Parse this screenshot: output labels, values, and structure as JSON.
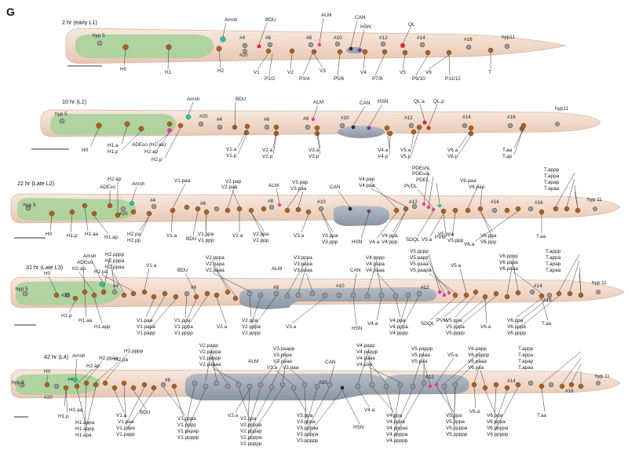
{
  "panel_label": "G",
  "rows": [
    {
      "stage": "2 hr (early L1)",
      "labels": [
        "hyp 5",
        "H0",
        "H1",
        "Amsh",
        "H2",
        "#4",
        "#20",
        "BDU",
        "#6",
        "V1",
        "P1/2",
        "V2",
        "ALM",
        "#8",
        "P3/4",
        "V3",
        "#10",
        "CAN",
        "HSN",
        "P5/6",
        "V4",
        "#12",
        "P7/8",
        "QL",
        "V5",
        "#14",
        "P9/10",
        "V6",
        "#16",
        "P11/12",
        "T",
        "hyp11"
      ]
    },
    {
      "stage": "10 hr (L1)",
      "labels": [
        "hyp 5",
        "H0",
        "H1.a",
        "H1.p",
        "ADEso (H2.aa)",
        "H2.ap",
        "H2.p",
        "Amsh",
        "#20",
        "#4",
        "BDU",
        "V1.a",
        "V1.p",
        "#6",
        "V2.a",
        "V2.p",
        "ALM",
        "#8",
        "V3.a",
        "V3.p",
        "#10",
        "CAN",
        "HSN",
        "V4.a",
        "V4.p",
        "#12",
        "V5.a",
        "V5.p",
        "QL.a",
        "QL.p",
        "#14",
        "V6.a",
        "V6.p",
        "#16",
        "T.aa",
        "T.ap",
        "hyp11"
      ]
    },
    {
      "stage": "22 hr (Late L2)",
      "labels": [
        "hyp 5",
        "H0",
        "H1.p",
        "H1.aa",
        "H1.ap",
        "ADEso",
        "H2.ap",
        "Amsh",
        "#20",
        "#4",
        "H2.pa",
        "H2.pp",
        "V1.paa",
        "V1.a",
        "#6",
        "BDU",
        "V1.ppa",
        "V1.ppp",
        "V2.pap",
        "V2.paa",
        "V2.a",
        "V2.ppa",
        "V2.ppp",
        "ALM",
        "#8",
        "V3.pap",
        "V3.paa",
        "V3.a",
        "#10",
        "CAN",
        "V3.ppa",
        "V3.ppp",
        "HSN",
        "V4.pap",
        "V4.paa",
        "V4.a",
        "V4.ppa",
        "V4.ppp",
        "#12",
        "PDEshL",
        "PDEsoL",
        "PVDL",
        "PDEL",
        "SDQL",
        "V5.a",
        "PVM",
        "V5.ppa",
        "V5.ppp",
        "V6.paa",
        "V6.pap",
        "#14",
        "V6.ppa",
        "V6.ppp",
        "V6.a",
        "#16",
        "T.appp",
        "T.appa",
        "T.apap",
        "T.apaa",
        "T.aa",
        "hyp 11"
      ]
    },
    {
      "stage": "31 hr (Late L3)",
      "labels": [
        "H0",
        "ADEso",
        "Amsh",
        "H2.ap",
        "H2.pppp",
        "H2.pppa",
        "H2.ppaa",
        "H2.pa",
        "hyp 5",
        "#20",
        "#4",
        "H1.p",
        "H1.aa",
        "H1.app",
        "V1.a",
        "V1.paa",
        "V1.papa",
        "V1.papp",
        "V1.ppa",
        "V1.pppa",
        "V1.pppp",
        "BDU",
        "#6",
        "V2.pppa",
        "V2.papa",
        "V2.paaa",
        "V2.a",
        "V2.ppa",
        "V2.pppa",
        "V2.pppp",
        "ALM",
        "#8",
        "V3.pppa",
        "V3.papa",
        "V3.paaa",
        "V3.a",
        "#10",
        "CAN",
        "HSN",
        "V4.pppp",
        "V4.papa",
        "V4.paaa",
        "V4.a",
        "V4.ppa",
        "V4.pppa",
        "V4.pppp",
        "#12",
        "V5.pppp",
        "V5.papp",
        "V5.paaa",
        "V5.paapa",
        "V5.a",
        "SDQL",
        "PVM",
        "V5.ppa",
        "V5.pppa",
        "V5.pppp",
        "V6.pppp",
        "V6.papa",
        "V6.paaa",
        "V6.ppa",
        "V6.a",
        "V6.pppa",
        "V6.pppp",
        "#14",
        "#16",
        "T.appp",
        "T.appa",
        "T.apap",
        "T.apaa",
        "T.aa",
        "hyp 11"
      ]
    },
    {
      "stage": "42 hr (L4)",
      "labels": [
        "hyp 5",
        "H0",
        "Amsh",
        "H2.pppp",
        "H2.ppaa",
        "H2.ap",
        "H2.pa",
        "#4",
        "#20",
        "H1.aa",
        "H1.p",
        "H1.appa",
        "H1.appp",
        "H1.apa",
        "V1.a",
        "V1.paa",
        "BDU",
        "#6",
        "V1.papa",
        "V1.papp",
        "V1.pppa",
        "V1.pppp",
        "V1.papap",
        "V1.ppppp",
        "V2.papp",
        "V2.pappa",
        "V2.pappp",
        "V2.papaa",
        "ALM",
        "V2.a",
        "V2.ppa",
        "V2.pppaa",
        "V2.pppap",
        "V2.ppppa",
        "V2.ppppp",
        "V3.paapp",
        "V3.papa",
        "V3.paaa",
        "V3.a",
        "V3.paa",
        "#10",
        "CAN",
        "HSN",
        "V3.ppa",
        "V3.pppa",
        "V3.pppaa",
        "V3.ppppa",
        "V3.ppppp",
        "V4.papp",
        "V4.pappp",
        "V4.paaa",
        "V4.paa",
        "V4.a",
        "V4.ppa",
        "V4.pppa",
        "V4.pppaa",
        "V4.ppppa",
        "V4.ppppp",
        "V5.pappp",
        "V5.paaa",
        "V5.paa",
        "V5.a",
        "#12",
        "V5.ppa",
        "V5.pppa",
        "V5.ppppa",
        "V5.ppppp",
        "V6.papp",
        "V6.pappp",
        "V6.paaa",
        "V6.paa",
        "V6.a",
        "#14",
        "V6.ppa",
        "V6.pppa",
        "V6.ppppa",
        "V6.ppppp",
        "#16",
        "T.appp",
        "T.appa",
        "T.apap",
        "T.apaa",
        "T.aa",
        "hyp 11"
      ]
    }
  ],
  "colors": {
    "body": "#f2ddd0",
    "body_edge": "#d8b9a8",
    "head_tissue": "#a9d39b",
    "gonad": "#9aa3ae",
    "cell": "#a8612a",
    "amsh": "#2ec4a0",
    "red_cell": "#d92b2b",
    "pink_cell": "#e23c9b",
    "purple_cell": "#6b3fa0"
  }
}
